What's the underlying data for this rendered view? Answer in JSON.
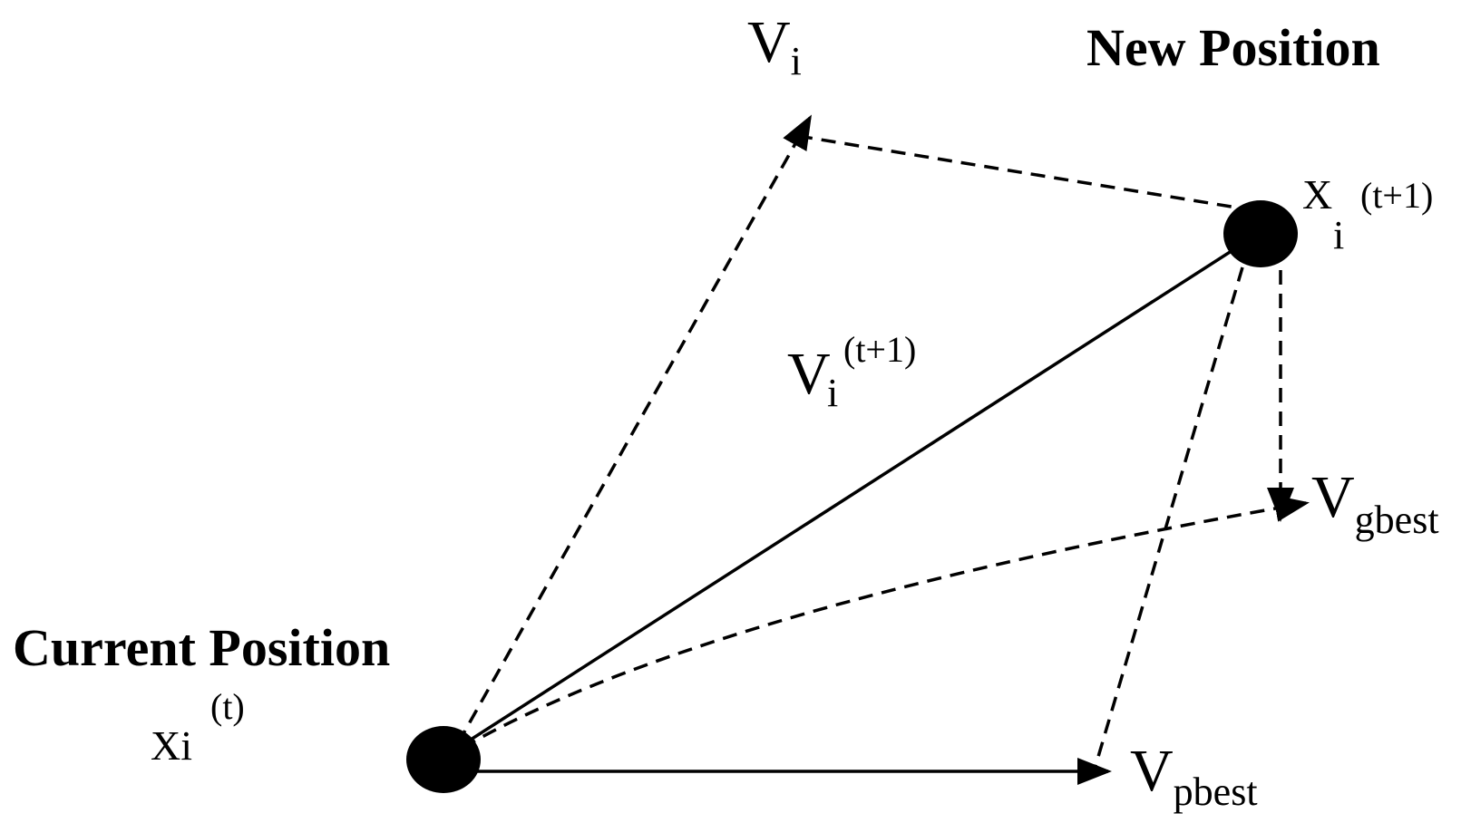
{
  "labels": {
    "new_position": "New Position",
    "current_position": "Current Position",
    "v_i_main": "V",
    "v_i_sub": "i",
    "x_new_main": "X",
    "x_new_sub": "i",
    "x_new_sup": "(t+1)",
    "v_new_main": "V",
    "v_new_sub": "i",
    "v_new_sup": "(t+1)",
    "v_gbest_main": "V",
    "v_gbest_sub": "gbest",
    "v_pbest_main": "V",
    "v_pbest_sub": "pbest",
    "x_cur_main": "Xi",
    "x_cur_sup": "(t)"
  },
  "colors": {
    "ink": "#000000",
    "background": "#ffffff"
  }
}
